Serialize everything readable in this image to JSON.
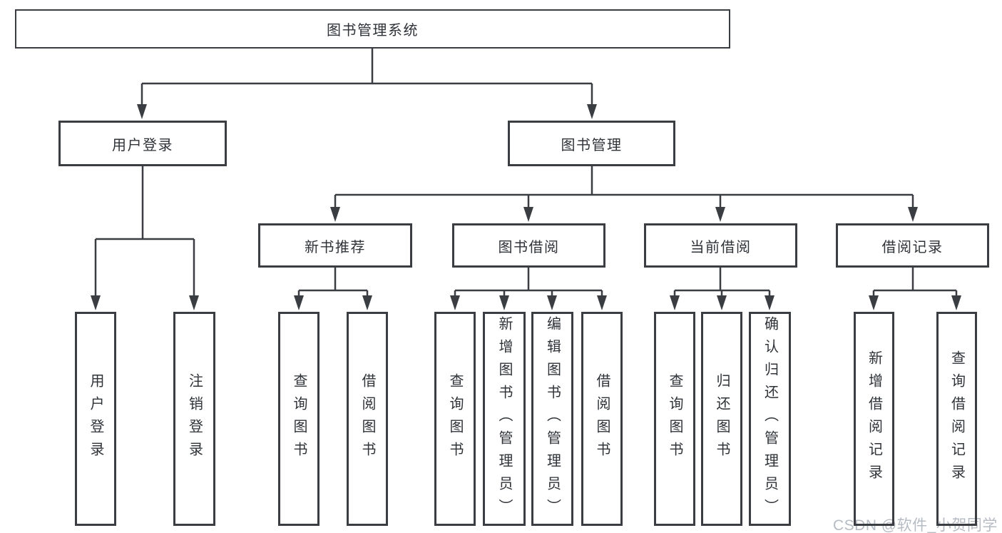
{
  "title": "图书管理系统",
  "watermark": "CSDN @软件_小贺同学",
  "colors": {
    "line": "#3a3d42",
    "box_border": "#3a3d42",
    "text": "#2f3338",
    "watermark": "#b6bcc4",
    "background": "#ffffff"
  },
  "tree": {
    "label": "图书管理系统",
    "children": [
      {
        "label": "用户登录",
        "children": [
          {
            "label": "用户登录"
          },
          {
            "label": "注销登录"
          }
        ]
      },
      {
        "label": "图书管理",
        "children": [
          {
            "label": "新书推荐",
            "children": [
              {
                "label": "查询图书"
              },
              {
                "label": "借阅图书"
              }
            ]
          },
          {
            "label": "图书借阅",
            "children": [
              {
                "label": "查询图书"
              },
              {
                "label": "新增图书（管理员）"
              },
              {
                "label": "编辑图书（管理员）"
              },
              {
                "label": "借阅图书"
              }
            ]
          },
          {
            "label": "当前借阅",
            "children": [
              {
                "label": "查询图书"
              },
              {
                "label": "归还图书"
              },
              {
                "label": "确认归还（管理员）"
              }
            ]
          },
          {
            "label": "借阅记录",
            "children": [
              {
                "label": "新增借阅记录"
              },
              {
                "label": "查询借阅记录"
              }
            ]
          }
        ]
      }
    ]
  }
}
